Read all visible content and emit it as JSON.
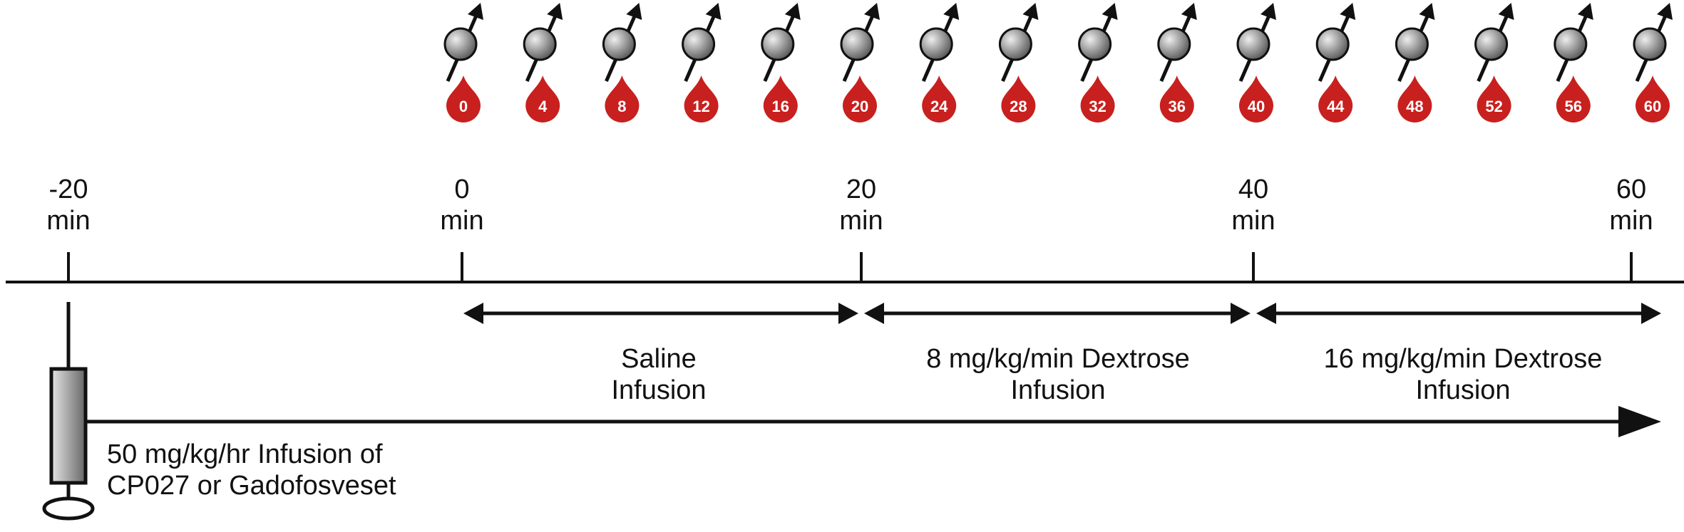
{
  "timeline": {
    "ticks": [
      {
        "value": "-20",
        "unit": "min"
      },
      {
        "value": "0",
        "unit": "min"
      },
      {
        "value": "20",
        "unit": "min"
      },
      {
        "value": "40",
        "unit": "min"
      },
      {
        "value": "60",
        "unit": "min"
      }
    ]
  },
  "phases": [
    {
      "line1": "Saline",
      "line2": "Infusion"
    },
    {
      "line1": "8 mg/kg/min Dextrose",
      "line2": "Infusion"
    },
    {
      "line1": "16 mg/kg/min Dextrose",
      "line2": "Infusion"
    }
  ],
  "infusion": {
    "line1": "50 mg/kg/hr Infusion of",
    "line2": "CP027 or Gadofosveset"
  },
  "samples": [
    "0",
    "4",
    "8",
    "12",
    "16",
    "20",
    "24",
    "28",
    "32",
    "36",
    "40",
    "44",
    "48",
    "52",
    "56",
    "60"
  ],
  "colors": {
    "line": "#111111",
    "drop": "#c8201e",
    "drop_text": "#ffffff",
    "sphere_light": "#eeeeee",
    "sphere_dark": "#555555",
    "syringe_light": "#e6e6e6",
    "syringe_dark": "#666666"
  },
  "icons": {
    "mri": "spin-sphere-arrow-icon",
    "blood": "blood-drop-icon",
    "syringe": "syringe-icon"
  }
}
